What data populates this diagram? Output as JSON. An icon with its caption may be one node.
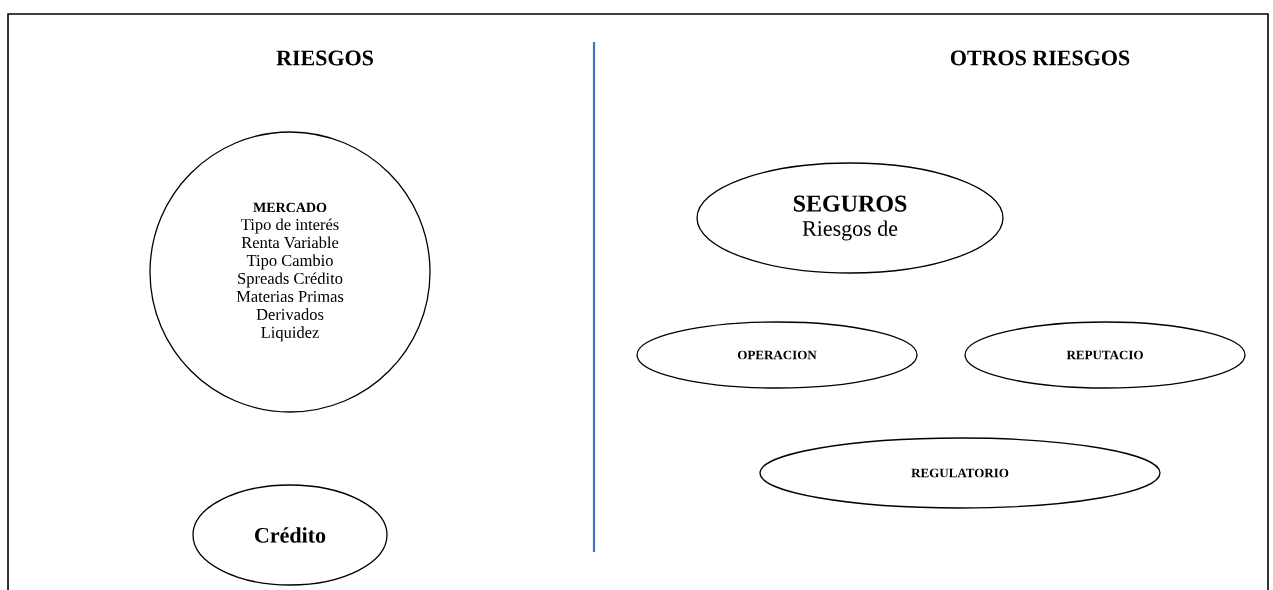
{
  "diagram": {
    "nodes": [
      {
        "text": [
          "MERCADO",
          "Tipo de interés",
          "Renta Variable",
          "Tipo Cambio",
          "Spreads Crédito",
          "Materias Primas",
          "Derivados",
          "Liquidez"
        ]
      },
      {
        "text": [
          "Crédito"
        ]
      },
      {
        "text": [
          "SEGUROS",
          "Riesgos de"
        ]
      },
      {
        "text": [
          "OPERACION"
        ]
      },
      {
        "text": [
          "REPUTACIO"
        ]
      },
      {
        "text": [
          "REGULATORIO"
        ]
      }
    ],
    "labels": [
      "RIESGOS",
      "OTROS RIESGOS"
    ]
  }
}
